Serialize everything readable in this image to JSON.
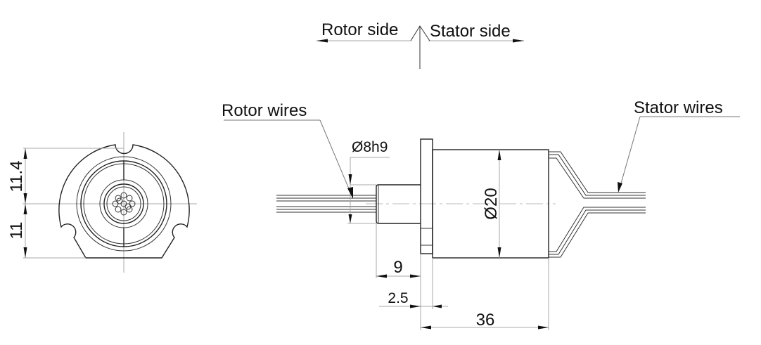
{
  "drawing": {
    "title": "Slip ring dimension drawing",
    "direction_indicator": {
      "left_label": "Rotor side",
      "right_label": "Stator side"
    },
    "callouts": {
      "rotor_wires": "Rotor wires",
      "stator_wires": "Stator wires"
    },
    "front_view": {
      "dimensions": {
        "upper_height": "11.4",
        "lower_height": "11"
      }
    },
    "side_view": {
      "dimensions": {
        "shaft_diameter": "Ø8h9",
        "body_diameter": "Ø20",
        "shaft_length": "9",
        "flange_thickness": "2.5",
        "body_length": "36"
      }
    },
    "colors": {
      "line": "#222222",
      "dimension_line": "#a8a8a8",
      "text": "#111111",
      "background": "#ffffff"
    }
  }
}
